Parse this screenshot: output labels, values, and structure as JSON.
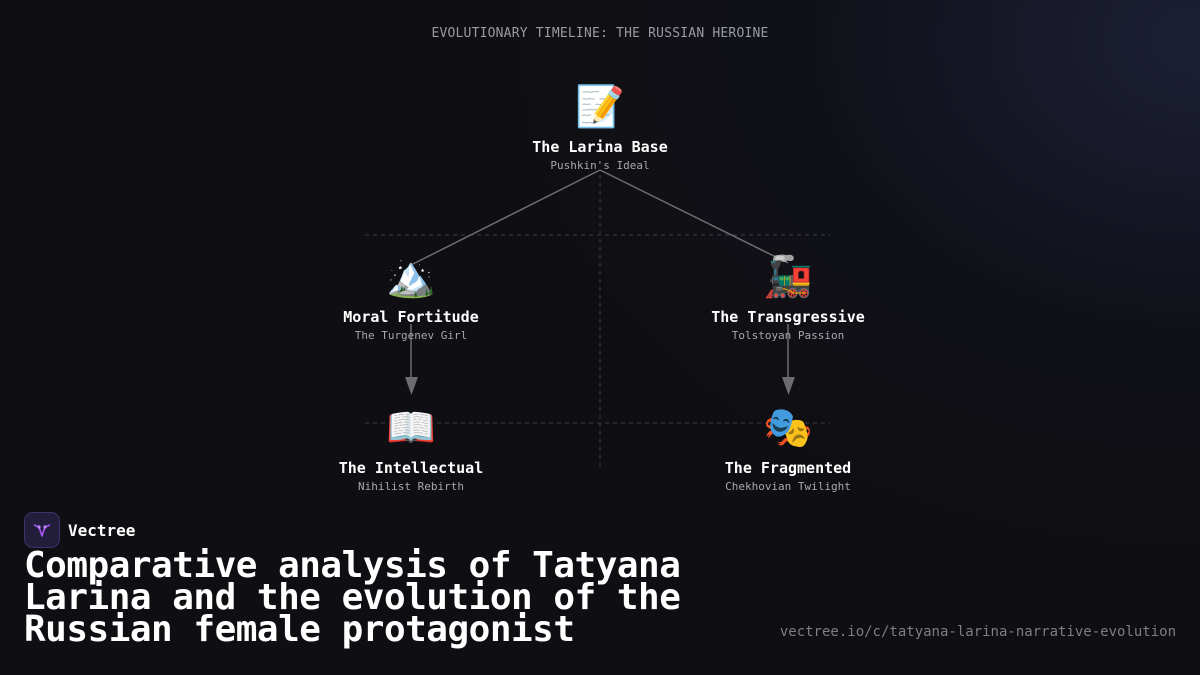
{
  "diagram": {
    "title": "EVOLUTIONARY TIMELINE: THE RUSSIAN HEROINE",
    "nodes": [
      {
        "id": "larina",
        "emoji": "📝",
        "icon": "memo-icon",
        "label": "The Larina Base",
        "sub": "Pushkin's Ideal"
      },
      {
        "id": "moral",
        "emoji": "🏔️",
        "icon": "mountain-icon",
        "label": "Moral Fortitude",
        "sub": "The Turgenev Girl"
      },
      {
        "id": "transgressive",
        "emoji": "🚂",
        "icon": "locomotive-icon",
        "label": "The Transgressive",
        "sub": "Tolstoyan Passion"
      },
      {
        "id": "intellectual",
        "emoji": "📖",
        "icon": "open-book-icon",
        "label": "The Intellectual",
        "sub": "Nihilist Rebirth"
      },
      {
        "id": "fragmented",
        "emoji": "🎭",
        "icon": "theater-masks-icon",
        "label": "The Fragmented",
        "sub": "Chekhovian Twilight"
      }
    ],
    "edges": [
      {
        "from": "larina",
        "to": "moral"
      },
      {
        "from": "larina",
        "to": "transgressive"
      },
      {
        "from": "moral",
        "to": "intellectual"
      },
      {
        "from": "transgressive",
        "to": "fragmented"
      }
    ]
  },
  "brand": {
    "name": "Vectree",
    "icon": "vectree-logo-icon",
    "accent": "#a855f7"
  },
  "page": {
    "title": "Comparative analysis of Tatyana Larina and the evolution of the Russian female protagonist",
    "url": "vectree.io/c/tatyana-larina-narrative-evolution"
  },
  "colors": {
    "background": "#0f0f13",
    "edge": "#6b6b70",
    "text": "#ffffff",
    "muted": "#a7a7ad"
  }
}
